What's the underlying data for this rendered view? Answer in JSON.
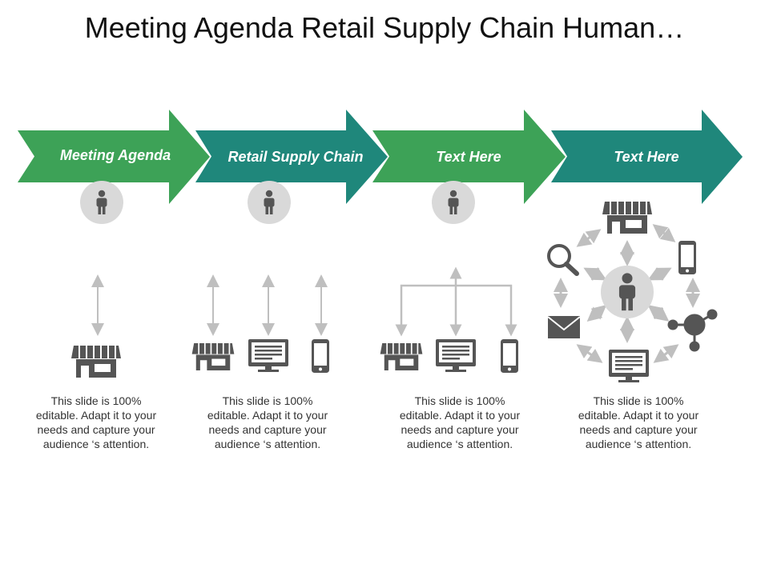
{
  "title": "Meeting Agenda Retail Supply Chain Human…",
  "stages": [
    {
      "label": "Meeting Agenda",
      "color": "#3da257"
    },
    {
      "label": "Retail Supply Chain",
      "color": "#1f877b"
    },
    {
      "label": "Text Here",
      "color": "#3da257"
    },
    {
      "label": "Text Here",
      "color": "#1f877b"
    }
  ],
  "descriptions": [
    "This slide is 100% editable. Adapt it to your needs and capture your audience ‘s attention.",
    "This slide is 100% editable. Adapt it to your needs and capture your audience ‘s attention.",
    "This slide is 100% editable. Adapt it to your needs and capture your audience ‘s attention.",
    "This slide is 100% editable. Adapt it to your needs and capture your audience ‘s attention."
  ],
  "colors": {
    "icon": "#555555",
    "circle": "#d9d9d9",
    "connector": "#bfbfbf"
  }
}
